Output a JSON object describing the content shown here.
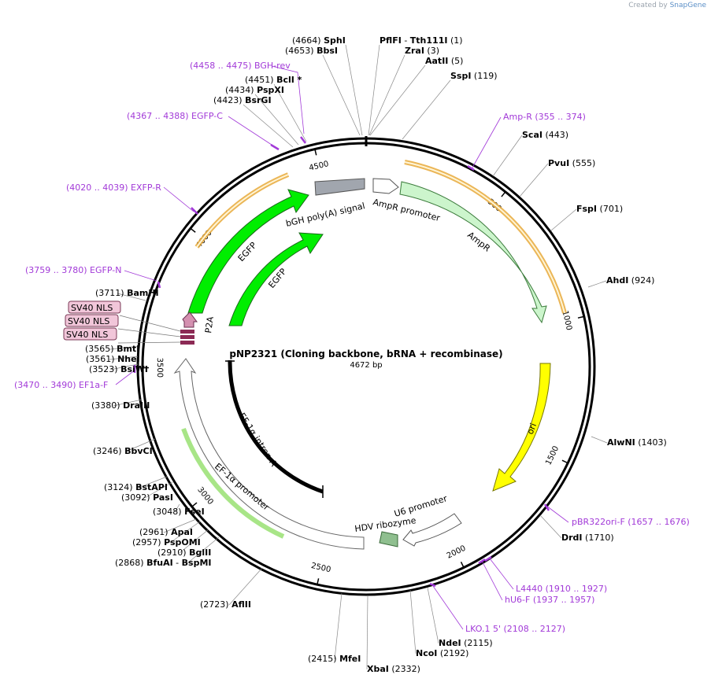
{
  "credit": {
    "prefix": "Created by",
    "brand": "SnapGene"
  },
  "plasmid": {
    "name": "pNP2321 (Cloning backbone, bRNA + recombinase)",
    "length_label": "4672 bp",
    "length": 4672
  },
  "ticks": [
    "500",
    "1000",
    "1500",
    "2000",
    "2500",
    "3000",
    "3500",
    "4000",
    "4500"
  ],
  "enzymes": [
    {
      "name": "SphI",
      "pos": "(4664)"
    },
    {
      "name": "BbsI",
      "pos": "(4653)"
    },
    {
      "name": "BclI *",
      "pos": "(4451)"
    },
    {
      "name": "PspXI",
      "pos": "(4434)"
    },
    {
      "name": "BsrGI",
      "pos": "(4423)"
    },
    {
      "name": "PflFI",
      "name2": "Tth111I",
      "pos": "(1)"
    },
    {
      "name": "ZraI",
      "pos": "(3)"
    },
    {
      "name": "AatII",
      "pos": "(5)"
    },
    {
      "name": "SspI",
      "pos": "(119)"
    },
    {
      "name": "ScaI",
      "pos": "(443)"
    },
    {
      "name": "PvuI",
      "pos": "(555)"
    },
    {
      "name": "FspI",
      "pos": "(701)"
    },
    {
      "name": "AhdI",
      "pos": "(924)"
    },
    {
      "name": "AlwNI",
      "pos": "(1403)"
    },
    {
      "name": "DrdI",
      "pos": "(1710)"
    },
    {
      "name": "NdeI",
      "pos": "(2115)"
    },
    {
      "name": "NcoI",
      "pos": "(2192)"
    },
    {
      "name": "XbaI",
      "pos": "(2332)"
    },
    {
      "name": "MfeI",
      "pos": "(2415)"
    },
    {
      "name": "AflII",
      "pos": "(2723)"
    },
    {
      "name": "BfuAI",
      "name2": "BspMI",
      "pos": "(2868)"
    },
    {
      "name": "BglII",
      "pos": "(2910)"
    },
    {
      "name": "PspOMI",
      "pos": "(2957)"
    },
    {
      "name": "ApaI",
      "pos": "(2961)"
    },
    {
      "name": "FseI",
      "pos": "(3048)"
    },
    {
      "name": "PasI",
      "pos": "(3092)"
    },
    {
      "name": "BstAPI",
      "pos": "(3124)"
    },
    {
      "name": "BbvCI",
      "pos": "(3246)"
    },
    {
      "name": "DraIII",
      "pos": "(3380)"
    },
    {
      "name": "BsiWI",
      "pos": "(3523)"
    },
    {
      "name": "NheI",
      "pos": "(3561)"
    },
    {
      "name": "BmtI",
      "pos": "(3565)"
    },
    {
      "name": "BamHI",
      "pos": "(3711)"
    }
  ],
  "primers": [
    {
      "range": "(4458 .. 4475)",
      "name": "BGH-rev"
    },
    {
      "range": "(4367 .. 4388)",
      "name": "EGFP-C"
    },
    {
      "range": "(4020 .. 4039)",
      "name": "EXFP-R"
    },
    {
      "range": "(3759 .. 3780)",
      "name": "EGFP-N"
    },
    {
      "range": "(3470 .. 3490)",
      "name": "EF1a-F"
    },
    {
      "name": "Amp-R",
      "range": "(355 .. 374)"
    },
    {
      "name": "pBR322ori-F",
      "range": "(1657 .. 1676)"
    },
    {
      "name": "L4440",
      "range": "(1910 .. 1927)"
    },
    {
      "name": "hU6-F",
      "range": "(1937 .. 1957)"
    },
    {
      "name": "LKO.1 5'",
      "range": "(2108 .. 2127)"
    }
  ],
  "features": {
    "bgh": "bGH poly(A) signal",
    "amp_promoter": "AmpR promoter",
    "ampr": "AmpR",
    "egfp_outer": "EGFP",
    "egfp_inner": "EGFP",
    "p2a": "P2A",
    "nls": [
      "SV40 NLS",
      "SV40 NLS",
      "SV40 NLS"
    ],
    "ori": "ori",
    "u6": "U6 promoter",
    "hdv": "HDV ribozyme",
    "ef1a_intron": "EF-1α intron A",
    "ef1a_promoter": "EF-1α promoter"
  },
  "colors": {
    "primer": "#a23ad8",
    "ampr": "#ccf5cc",
    "egfp": "#00ee00",
    "ori": "#ffff00",
    "bgh": "#a1a6ae",
    "hdv": "#8fbf8f",
    "p2a": "#d490b0",
    "nls_bar": "#8c2a55",
    "orf_highlight": "#e8a93a"
  }
}
